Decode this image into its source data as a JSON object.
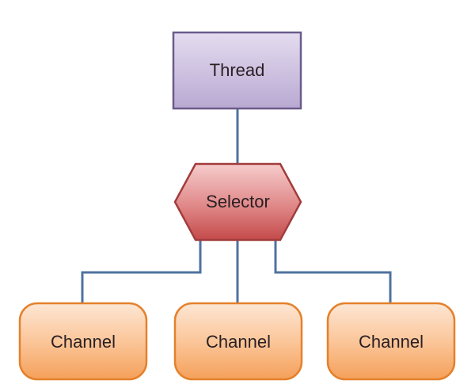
{
  "diagram": {
    "type": "tree",
    "nodes": [
      {
        "id": "thread",
        "label": "Thread",
        "shape": "rectangle",
        "color": "#c9bddf"
      },
      {
        "id": "selector",
        "label": "Selector",
        "shape": "hexagon",
        "color": "#d86a6a"
      },
      {
        "id": "channel1",
        "label": "Channel",
        "shape": "rounded-rectangle",
        "color": "#f8b47c"
      },
      {
        "id": "channel2",
        "label": "Channel",
        "shape": "rounded-rectangle",
        "color": "#f8b47c"
      },
      {
        "id": "channel3",
        "label": "Channel",
        "shape": "rounded-rectangle",
        "color": "#f8b47c"
      }
    ],
    "edges": [
      {
        "from": "thread",
        "to": "selector"
      },
      {
        "from": "selector",
        "to": "channel1"
      },
      {
        "from": "selector",
        "to": "channel2"
      },
      {
        "from": "selector",
        "to": "channel3"
      }
    ],
    "edge_color": "#4f72a0"
  }
}
